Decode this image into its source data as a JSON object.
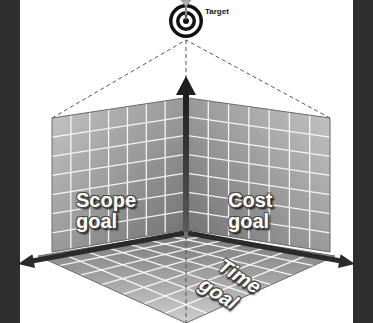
{
  "diagram": {
    "nodes": [
      {
        "text": [
          "Target"
        ]
      },
      {
        "text": [
          "Scope goal"
        ]
      },
      {
        "text": [
          "Cost goal"
        ]
      },
      {
        "text": [
          "Time goal"
        ]
      }
    ],
    "edges": [
      {
        "from": 1,
        "to": 0,
        "arrow": "none"
      },
      {
        "from": 2,
        "to": 0,
        "arrow": "none"
      }
    ]
  }
}
